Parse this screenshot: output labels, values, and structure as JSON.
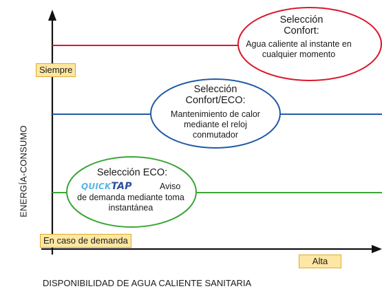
{
  "axes": {
    "y_label": "ENERGÍA-CONSUMO",
    "x_label": "DISPONIBILIDAD DE AGUA CALIENTE SANITARIA",
    "y_top_tag": "Siempre",
    "y_bottom_tag": "En caso de demanda",
    "x_right_tag": "Alta"
  },
  "levels": [
    {
      "id": "confort",
      "color": "#d9182d",
      "title": "Selección Confort:",
      "description": "Agua caliente al instante en cualquier momento"
    },
    {
      "id": "confort-eco",
      "color": "#1f5aa6",
      "title": "Selección Confort/ECO:",
      "description": "Mantenimiento de calor mediante el reloj conmutador"
    },
    {
      "id": "eco",
      "color": "#3aa535",
      "title": "Selección ECO:",
      "logo": "quickTap",
      "description_lead": "Aviso",
      "description": "de demanda mediante toma instantánea"
    }
  ]
}
